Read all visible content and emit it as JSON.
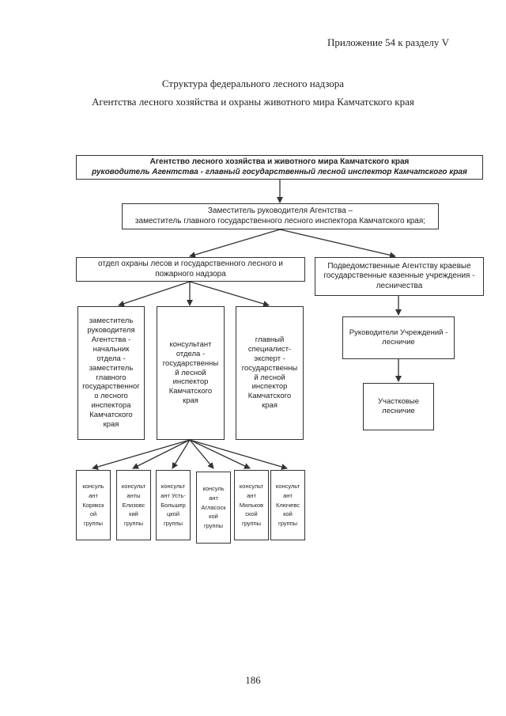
{
  "header": {
    "appendix": "Приложение 54 к разделу V",
    "title_line1": "Структура федерального лесного надзора",
    "title_line2": "Агентства лесного хозяйства и охраны животного мира Камчатского края"
  },
  "org": {
    "top": {
      "line1": "Агентство лесного хозяйства и животного мира Камчатского края",
      "line2": "руководитель Агентства - главный государственный лесной инспектор Камчатского края"
    },
    "deputy": {
      "line1": "Заместитель руководителя Агентства –",
      "line2": "заместитель главного государственного лесного инспектора Камчатского края;"
    },
    "department": {
      "line1": "отдел охраны лесов и государственного лесного и",
      "line2": "пожарного надзора"
    },
    "institutions": {
      "line1": "Подведомственные Агентству краевые",
      "line2": "государственные казенные учреждения -",
      "line3": "лесничества"
    },
    "dept_head": [
      "заместитель",
      "руководителя",
      "Агентства -",
      "начальник",
      "отдела -",
      "заместитель",
      "главного",
      "государственног",
      "о лесного",
      "инспектора",
      "Камчатского",
      "края"
    ],
    "consultant": [
      "консультант",
      "отдела -",
      "государственны",
      "й лесной",
      "инспектор",
      "Камчатского",
      "края"
    ],
    "chief_specialist": [
      "главный",
      "специалист-",
      "эксперт -",
      "государственны",
      "й лесной",
      "инспектор",
      "Камчатского",
      "края"
    ],
    "forestry_heads": {
      "line1": "Руководители Учреждений -",
      "line2": "лесничие"
    },
    "district_foresters": {
      "line1": "Участковые",
      "line2": "лесничие"
    },
    "groups": [
      [
        "консуль",
        "ант",
        "Корякск",
        "ой",
        "группы"
      ],
      [
        "консульт",
        "анты",
        "Елизовс",
        "кий",
        "группы"
      ],
      [
        "консульт",
        "ант Усть-",
        "Большер",
        "цкой",
        "группы"
      ],
      [
        "консуль",
        "ант",
        "Агласоск",
        "кой",
        "группы"
      ],
      [
        "консульт",
        "ант",
        "Мильков",
        "ской",
        "группы"
      ],
      [
        "консульт",
        "ант",
        "Ключевс",
        "кой",
        "группы"
      ]
    ]
  },
  "footer": {
    "page_number": "186"
  }
}
